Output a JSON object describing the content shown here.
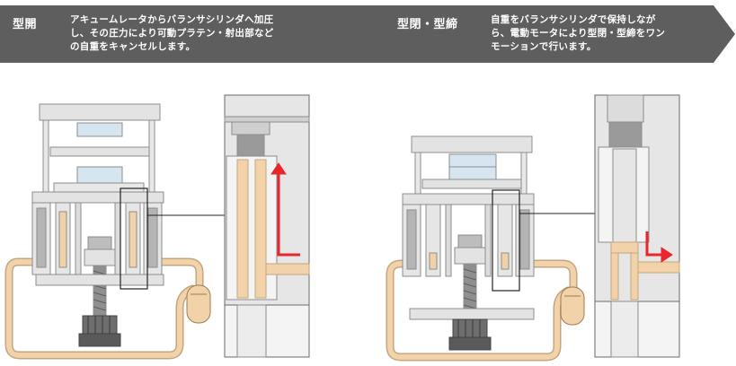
{
  "steps": [
    {
      "title": "型開",
      "description": "アキュームレータからバランサシリンダへ加圧\nし、その圧力により可動プラテン・射出部など\nの自重をキャンセルします。"
    },
    {
      "title": "型閉・型締",
      "description": "自重をバランサシリンダで保持しなが\nら、電動モータにより型閉・型締をワン\nモーションで行います。"
    }
  ],
  "colors": {
    "banner": "#5e5e5e",
    "frame": "#e3e3e3",
    "outline": "#8c8c8c",
    "pipe": "#f2d2a9",
    "pipe_outline": "#c4a57f",
    "window": "#d6e6f1",
    "arrow": "#e8262b",
    "callout": "#222222"
  },
  "icons": [
    "up-arrow-icon",
    "down-right-arrow-icon"
  ]
}
